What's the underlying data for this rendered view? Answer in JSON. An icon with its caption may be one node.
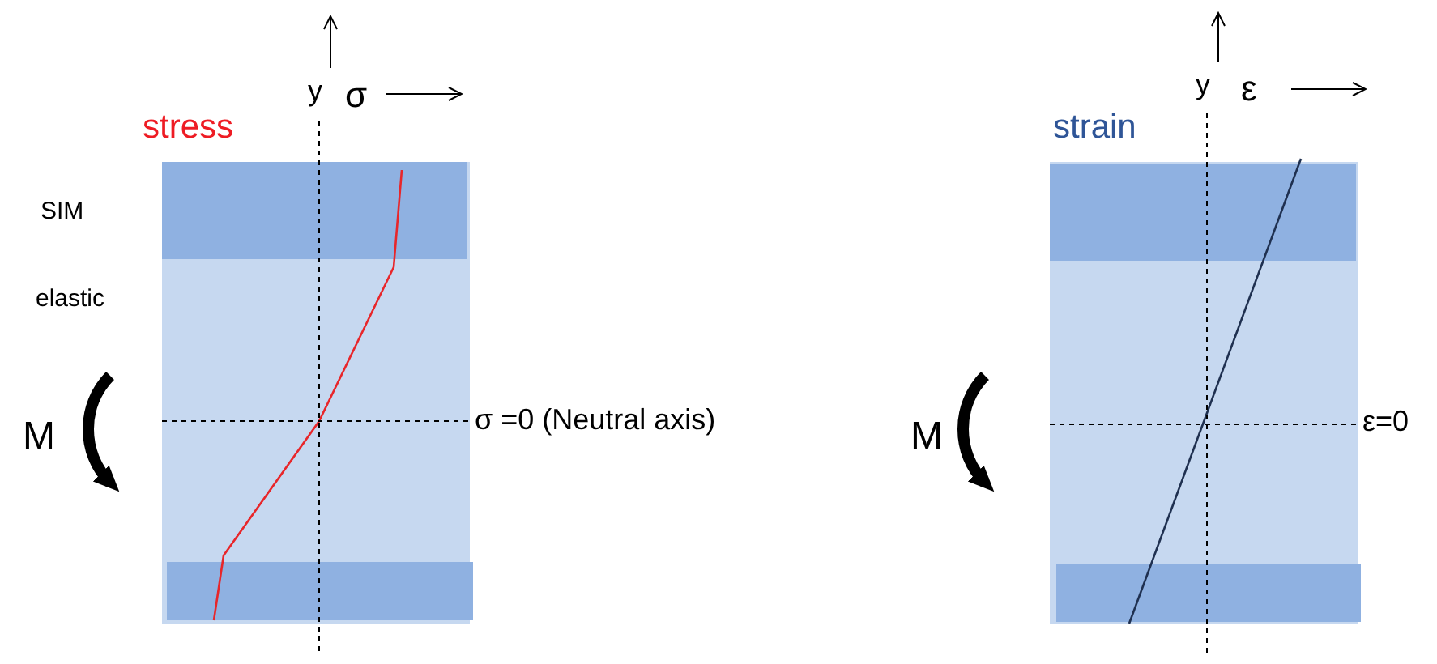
{
  "diagram": {
    "labels": [
      "y",
      "σ",
      "y",
      "ε",
      "stress",
      "strain",
      "SIM",
      "elastic",
      "M",
      "σ =0 (Neutral axis)",
      "M",
      "ε=0"
    ]
  }
}
